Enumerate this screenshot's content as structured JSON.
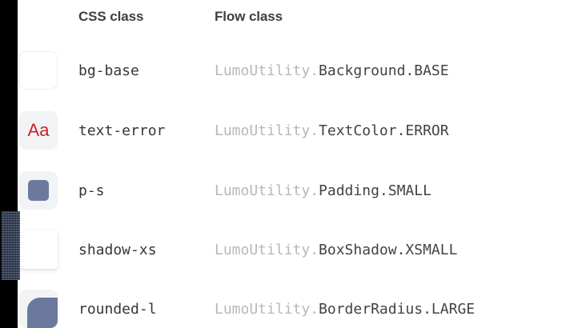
{
  "table": {
    "columns": {
      "preview": "",
      "css_class": "CSS class",
      "flow_class": "Flow class"
    },
    "rows": [
      {
        "preview_icon": "white-rounded-box-swatch",
        "css_class": "bg-base",
        "flow_prefix": "LumoUtility.",
        "flow_main": "Background.BASE"
      },
      {
        "preview_icon": "red-aa-text-swatch",
        "preview_text": "Aa",
        "css_class": "text-error",
        "flow_prefix": "LumoUtility.",
        "flow_main": "TextColor.ERROR"
      },
      {
        "preview_icon": "padding-inset-square-swatch",
        "css_class": "p-s",
        "flow_prefix": "LumoUtility.",
        "flow_main": "Padding.SMALL"
      },
      {
        "preview_icon": "drop-shadow-card-swatch",
        "css_class": "shadow-xs",
        "flow_prefix": "LumoUtility.",
        "flow_main": "BoxShadow.XSMALL"
      },
      {
        "preview_icon": "rounded-corner-square-swatch",
        "css_class": "rounded-l",
        "flow_prefix": "LumoUtility.",
        "flow_main": "BorderRadius.LARGE"
      }
    ]
  },
  "colors": {
    "page_background": "#ffffff",
    "header_text": "#3c3f43",
    "css_class_text": "#33363a",
    "flow_prefix_text": "#b6b8bb",
    "flow_main_text": "#404348",
    "error_red": "#c8232c",
    "swatch_tile": "#f2f3f5",
    "swatch_accent_slate": "#6b7a9c",
    "left_gutter": "#000000"
  }
}
